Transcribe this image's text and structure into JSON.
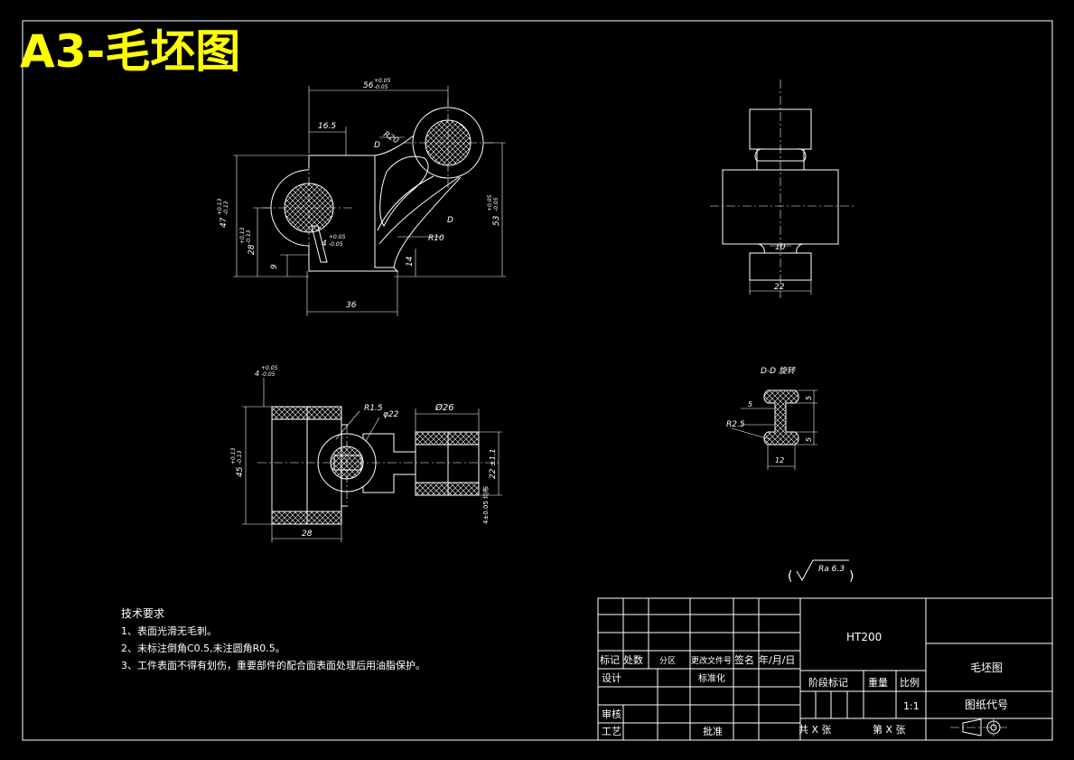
{
  "banner": {
    "title": "A3-毛坯图",
    "color": "#ffff00"
  },
  "colors": {
    "background": "#000000",
    "lines": "#ffffff"
  },
  "front_view": {
    "dims": {
      "top_width": "56",
      "top_tol_up": "+0.05",
      "top_tol_dn": "-0.05",
      "w_165": "16.5",
      "r20": "R20",
      "r10": "R10",
      "d_label": "D",
      "d_label2": "D",
      "h47": "47",
      "h47_tol_up": "+0.13",
      "h47_tol_dn": "-0.13",
      "h28": "28",
      "h28_tol_up": "+0.13",
      "h28_tol_dn": "-0.13",
      "h9": "9",
      "h4": "4",
      "h4_tol_up": "+0.05",
      "h4_tol_dn": "-0.05",
      "h14": "14",
      "h53": "53",
      "h53_tol_up": "+0.05",
      "h53_tol_dn": "-0.05",
      "w36": "36"
    }
  },
  "side_view": {
    "dims": {
      "w22": "22",
      "w10": "10"
    }
  },
  "bottom_view": {
    "dims": {
      "h4": "4",
      "h4_tol_up": "+0.05",
      "h4_tol_dn": "-0.05",
      "h45": "45",
      "h45_tol_up": "+0.13",
      "h45_tol_dn": "-0.13",
      "w28": "28",
      "r15": "R1.5",
      "phi22": "φ22",
      "phi26": "Ø26",
      "h22": "22",
      "h22_tol": "±1.1",
      "side_note": "4±0.05 均布"
    }
  },
  "section_dd": {
    "title": "D-D 旋转",
    "dims": {
      "w5a": "5",
      "w5b": "5",
      "w5c": "5",
      "r25": "R2.5",
      "w12": "12"
    }
  },
  "roughness": {
    "label": "Ra 6.3"
  },
  "tech_req": {
    "title": "技术要求",
    "items": [
      "1、表面光滑无毛刺。",
      "2、未标注倒角C0.5,未注圆角R0.5。",
      "3、工件表面不得有划伤，重要部件的配合面表面处理后用油脂保护。"
    ]
  },
  "title_block": {
    "material": "HT200",
    "drawing_name": "毛坯图",
    "code_label": "图纸代号",
    "scale_value": "1:1",
    "header_labels": [
      "标记",
      "处数",
      "分区",
      "更改文件号",
      "签名",
      "年/月/日"
    ],
    "left_labels": {
      "design": "设计",
      "standardize": "标准化",
      "review": "审核",
      "process": "工艺",
      "approve": "批准"
    },
    "stage_label": "阶段标记",
    "weight_label": "重量",
    "scale_label": "比例",
    "sheet_total": "共 X 张",
    "sheet_no": "第 X 张"
  }
}
